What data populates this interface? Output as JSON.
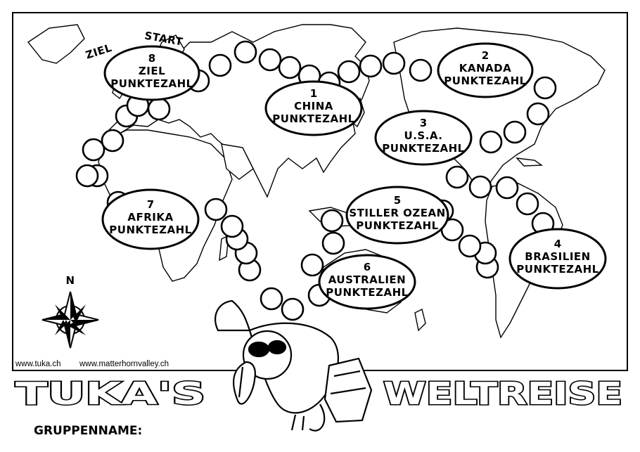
{
  "markers": {
    "ziel": "ZIEL",
    "start": "START"
  },
  "stations": [
    {
      "num": "1",
      "name": "CHINA",
      "sub": "PUNKTEZAHL"
    },
    {
      "num": "2",
      "name": "KANADA",
      "sub": "PUNKTEZAHL"
    },
    {
      "num": "3",
      "name": "U.S.A.",
      "sub": "PUNKTEZAHL"
    },
    {
      "num": "4",
      "name": "BRASILIEN",
      "sub": "PUNKTEZAHL"
    },
    {
      "num": "5",
      "name": "STILLER OZEAN",
      "sub": "PUNKTEZAHL"
    },
    {
      "num": "6",
      "name": "AUSTRALIEN",
      "sub": "PUNKTEZAHL"
    },
    {
      "num": "7",
      "name": "AFRIKA",
      "sub": "PUNKTEZAHL"
    },
    {
      "num": "8",
      "name": "ZIEL",
      "sub": "PUNKTEZAHL"
    }
  ],
  "compass": {
    "north": "N"
  },
  "links": {
    "site1": "www.tuka.ch",
    "site2": "www.matterhornvalley.ch"
  },
  "title": {
    "part1": "TUKA'S",
    "part2": "WELTREISE"
  },
  "group_label": "GRUPPENNAME:",
  "mascot": "toucan-with-sunglasses-and-backpack"
}
